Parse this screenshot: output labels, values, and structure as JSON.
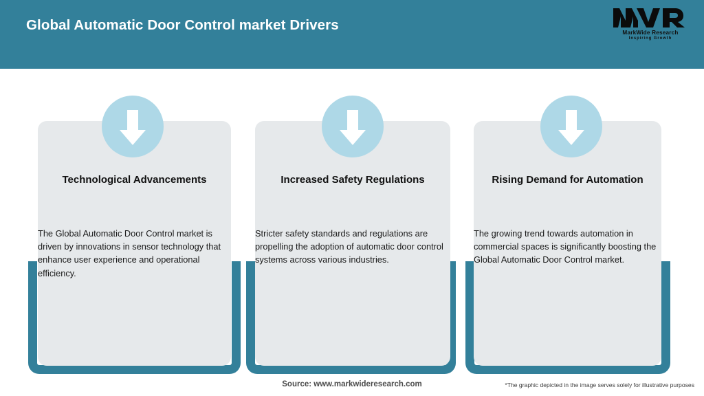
{
  "header": {
    "title": "Global Automatic Door Control market Drivers",
    "band_color": "#33809a",
    "title_color": "#ffffff"
  },
  "logo": {
    "mark": "MWR",
    "name": "MarkWide Research",
    "tagline": "Inspiring Growth"
  },
  "theme": {
    "accent": "#33809a",
    "card_fill": "#e6e9eb",
    "badge_fill": "#aed8e7",
    "arrow_fill": "#ffffff",
    "page_background": "#ffffff"
  },
  "cards": [
    {
      "icon": "down-arrow-icon",
      "title": "Technological Advancements",
      "body": "The Global Automatic Door Control market is driven by innovations in sensor technology that enhance user experience and operational efficiency."
    },
    {
      "icon": "down-arrow-icon",
      "title": "Increased Safety Regulations",
      "body": "Stricter safety standards and regulations are propelling the adoption of automatic door control systems across various industries."
    },
    {
      "icon": "down-arrow-icon",
      "title": "Rising Demand for Automation",
      "body": "The growing trend towards automation in commercial spaces is significantly boosting the Global Automatic Door Control market."
    }
  ],
  "footer": {
    "source": "Source: www.markwideresearch.com",
    "disclaimer": "*The graphic depicted in the image serves solely for illustrative purposes"
  }
}
